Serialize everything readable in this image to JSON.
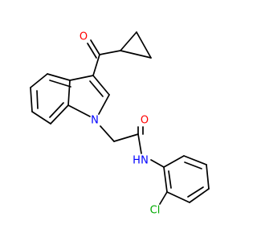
{
  "colors": {
    "bond": "#000000",
    "oxygen": "#ff0000",
    "nitrogen": "#0000ff",
    "chlorine": "#00aa00",
    "background": "#ffffff"
  },
  "atom_labels": {
    "ketone_oxygen": "O",
    "amide_oxygen": "O",
    "indole_nitrogen": "N",
    "amide_nitrogen": "N",
    "amide_hydrogen": "H",
    "chlorine": "Cl"
  }
}
